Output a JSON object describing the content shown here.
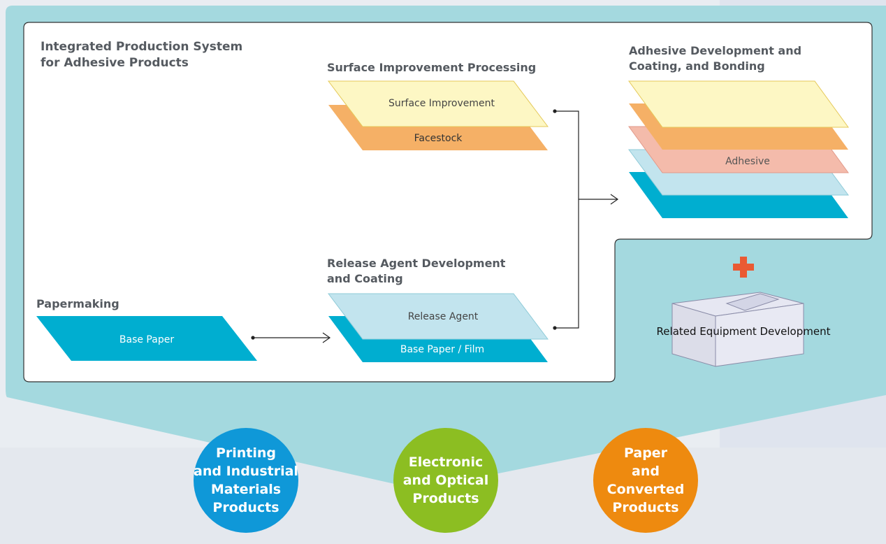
{
  "diagram": {
    "title": "Integrated Production System\nfor Adhesive Products",
    "stages": {
      "papermaking": {
        "title": "Papermaking",
        "layers": [
          "Base Paper"
        ]
      },
      "release": {
        "title": "Release Agent Development\nand Coating",
        "layers": [
          "Release Agent",
          "Base Paper / Film"
        ]
      },
      "surface": {
        "title": "Surface Improvement Processing",
        "layers": [
          "Surface Improvement",
          "Facestock"
        ]
      },
      "adhesive": {
        "title": "Adhesive Development and\nCoating, and Bonding",
        "layers": [
          "Adhesive"
        ]
      },
      "equipment": {
        "label": "Related Equipment Development",
        "plus_icon": "plus-icon"
      }
    }
  },
  "products": [
    {
      "label": "Printing\nand Industrial\nMaterials\nProducts",
      "color": "#0f98d8"
    },
    {
      "label": "Electronic\nand Optical\nProducts",
      "color": "#8cbe22"
    },
    {
      "label": "Paper\nand Converted\nProducts",
      "color": "#ee8a0f"
    }
  ],
  "colors": {
    "teal_band": "#a4d9df",
    "dark_teal": "#00aed0",
    "light_blue": "#c2e4ee",
    "yellow": "#fdf7c4",
    "orange": "#f5b066",
    "salmon": "#f4bbab",
    "plus": "#ea5a33"
  }
}
